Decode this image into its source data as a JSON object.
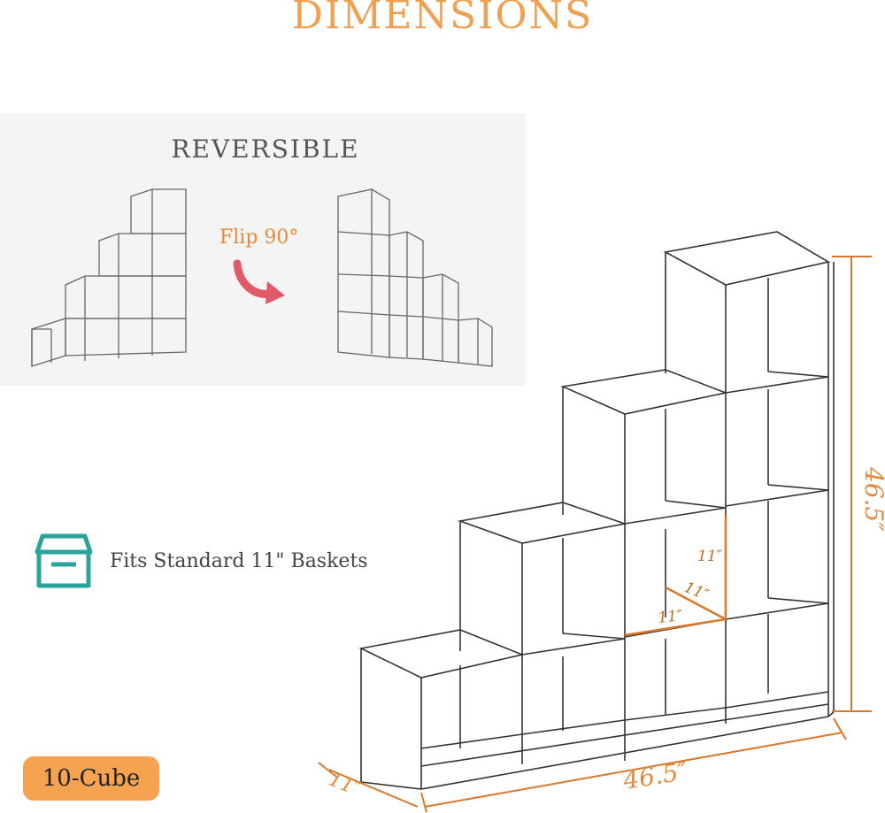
{
  "title": "DIMENSIONS",
  "reversible": {
    "title": "REVERSIBLE",
    "flip_label": "Flip 90°"
  },
  "feature": {
    "icon": "box-icon",
    "text": "Fits Standard 11\" Baskets"
  },
  "badge": "10-Cube",
  "dimensions": {
    "height": "46.5″",
    "width": "46.5″",
    "depth": "11″",
    "cube_height": "11″",
    "cube_depth": "11″",
    "cube_width": "11″"
  },
  "colors": {
    "accent": "#f0a050",
    "dim_line": "#d9772b",
    "teal": "#2aa39a",
    "badge_bg": "#f5a350",
    "arrow": "#e05a68"
  }
}
